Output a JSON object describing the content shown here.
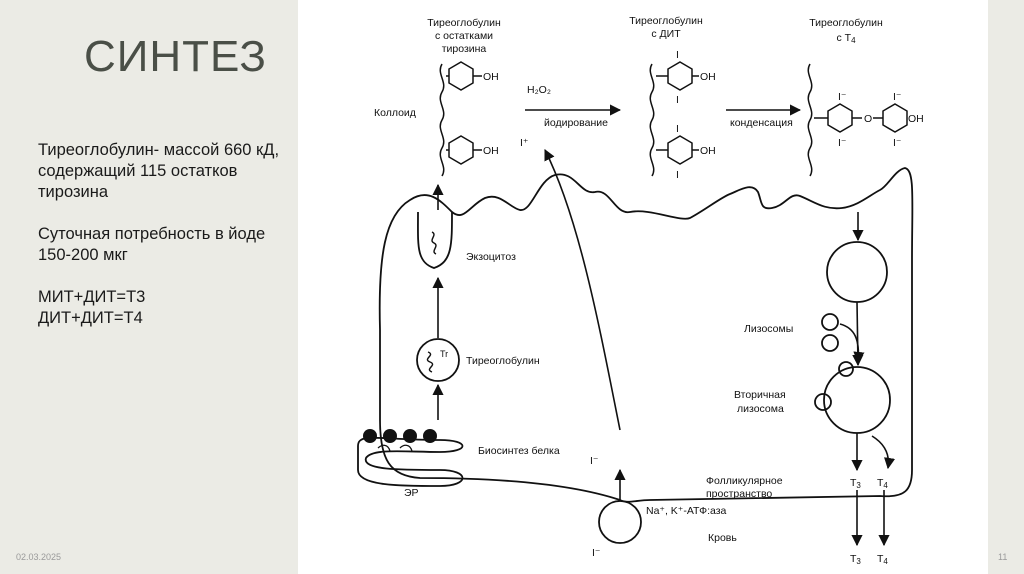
{
  "slide": {
    "title": "СИНТЕЗ",
    "paragraphs": [
      "Тиреоглобулин- массой 660 кД, содержащий 115 остатков тирозина",
      "Суточная потребность в йоде 150-200 мкг",
      "МИТ+ДИТ=Т3",
      "ДИТ+ДИТ=Т4"
    ],
    "date": "02.03.2025",
    "page_number": "11"
  },
  "diagram": {
    "label_tg_tyr_1": "Тиреоглобулин",
    "label_tg_tyr_2": "с остатками",
    "label_tg_tyr_3": "тирозина",
    "label_tg_dit_1": "Тиреоглобулин",
    "label_tg_dit_2": "с ДИТ",
    "label_tg_t4_1": "Тиреоглобулин",
    "label_tg_t4_2": "с Т",
    "label_tg_t4_sub": "4",
    "colloid": "Коллоид",
    "oh": "OH",
    "o": "O",
    "iodine": "I",
    "iodine_minus": "I⁻",
    "iodine_plus": "I⁺",
    "h2o2": "H₂O₂",
    "iodination": "йодирование",
    "condensation": "конденсация",
    "exocytosis": "Экзоцитоз",
    "thyroglobulin": "Тиреоглобулин",
    "tr": "Tr",
    "protein_biosynthesis": "Биосинтез белка",
    "er": "ЭР",
    "lysosomes": "Лизосомы",
    "secondary_lysosome_1": "Вторичная",
    "secondary_lysosome_2": "лизосома",
    "follicular_space_1": "Фолликулярное",
    "follicular_space_2": "пространство",
    "na_k_atpase": "Na⁺, K⁺-АТФ:аза",
    "blood": "Кровь",
    "t3": "Т",
    "t3_sub": "3",
    "t4": "Т",
    "t4_sub": "4"
  }
}
